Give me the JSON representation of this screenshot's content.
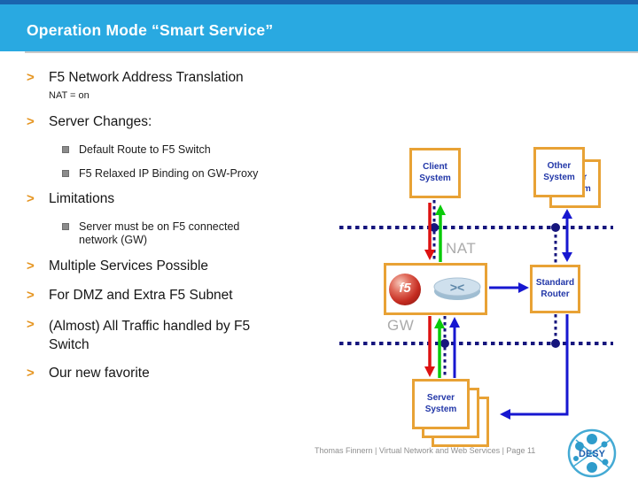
{
  "header": {
    "title": "Operation Mode “Smart Service”"
  },
  "bullets": {
    "marker": ">",
    "items": [
      {
        "level": 1,
        "text": "F5 Network Address Translation",
        "note": "NAT = on"
      },
      {
        "level": 1,
        "text": "Server Changes:"
      },
      {
        "level": 2,
        "text": "Default Route to F5 Switch"
      },
      {
        "level": 2,
        "text": "F5 Relaxed IP Binding on GW-Proxy"
      },
      {
        "level": 1,
        "text": "Limitations"
      },
      {
        "level": 2,
        "text": "Server must be on F5 connected network (GW)"
      },
      {
        "level": 1,
        "text": "Multiple Services Possible"
      },
      {
        "level": 1,
        "text": "For DMZ and Extra F5 Subnet"
      },
      {
        "level": 1,
        "text": "(Almost) All Traffic handled by F5 Switch"
      },
      {
        "level": 1,
        "text": "Our new favorite"
      }
    ]
  },
  "diagram": {
    "nodes": {
      "client": "Client System",
      "other": "Other System",
      "standard_router": "Standard Router",
      "server": "Server System"
    },
    "labels": {
      "nat": "NAT",
      "gw": "GW"
    },
    "icons": {
      "f5_logo_text": "f5",
      "switch_glyph": "><"
    }
  },
  "footer": {
    "text": "Thomas Finnern  |  Virtual Network and Web Services  |  Page 11"
  },
  "logo": {
    "text": "DESY"
  },
  "colors": {
    "header_blue": "#29A9E1",
    "top_strip_blue": "#1A64AE",
    "accent_orange": "#E8A235",
    "box_text_navy": "#2237A8",
    "dotted_navy": "#16167D",
    "arrow_red": "#DD1111",
    "arrow_green": "#0ACB0A",
    "arrow_blue": "#1717D0",
    "label_gray": "#ABABAB",
    "desy_blue": "#44AAD4"
  }
}
